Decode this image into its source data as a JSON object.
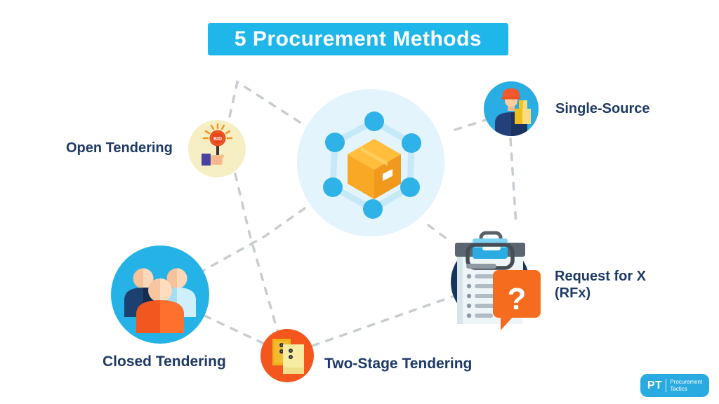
{
  "title": "5 Procurement Methods",
  "center": {
    "icon": "package-network-hub-icon"
  },
  "methods": [
    {
      "label": "Open Tendering",
      "icon": "bid-paddle-icon"
    },
    {
      "label": "Single-Source",
      "icon": "supplier-person-icon"
    },
    {
      "label": "Closed Tendering",
      "icon": "people-group-icon"
    },
    {
      "label": "Two-Stage Tendering",
      "icon": "two-envelopes-icon"
    },
    {
      "label": "Request for X (RFx)",
      "icon": "clipboard-question-icon"
    }
  ],
  "icon_texts": {
    "bid": "BID",
    "question": "?"
  },
  "logo": {
    "abbr": "PT",
    "line1": "Procurement",
    "line2": "Tactics"
  },
  "colors": {
    "title_bg": "#1FB6E9",
    "title_text": "#FFFFFF",
    "label_text": "#1E3A67",
    "connector": "#C8CDD2",
    "hub_bg": "#E3F4FC",
    "hub_ring": "#C6E9F8",
    "hub_node": "#2EB2E7",
    "box_top": "#FFBE3B",
    "box_left": "#F9A826",
    "box_right": "#F0991C",
    "open_bg": "#F6EFC4",
    "bid_sign": "#E8451C",
    "bid_rays": "#F7941D",
    "sleeve": "#46449F",
    "single_bg": "#29ADE3",
    "person_navy": "#24407A",
    "cap_orange": "#F1582B",
    "closed_bg": "#25B2E7",
    "skin": "#F5C29A",
    "skin_light": "#FCD8B9",
    "two_stage_bg": "#F4571E",
    "envelope_back": "#EFB01C",
    "envelope_front": "#F6ECA2",
    "rfx_bg": "#16355E",
    "clipboard_gray": "#5B6670",
    "paper": "#EEF5F8",
    "bubble_orange": "#F66C1E",
    "logo_bg": "#29ABE2"
  }
}
